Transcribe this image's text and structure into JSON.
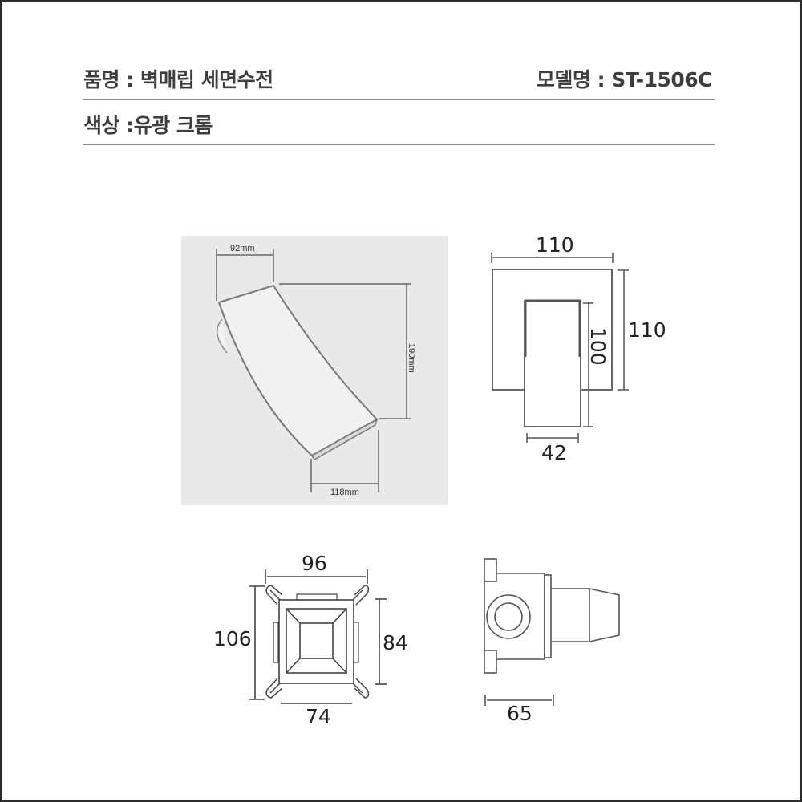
{
  "header": {
    "product_label": "품명 : 벽매립 세면수전",
    "model_label": "모델명 : ST-1506C",
    "color_label": "색상 :유광 크롬"
  },
  "diagrams": {
    "side_view": {
      "top_width": "92mm",
      "height": "190mm",
      "projection": "118mm"
    },
    "front_view": {
      "plate_width": "110",
      "plate_height": "110",
      "spout_height": "100",
      "spout_width": "42"
    },
    "valve_front": {
      "bracket_width": "96",
      "bracket_height": "106",
      "body_height": "84",
      "body_width": "74"
    },
    "valve_side": {
      "depth": "65"
    }
  },
  "colors": {
    "text": "#3e3e3e",
    "rule": "#8e8e8e",
    "panel_bg": "#e9e9ea",
    "line": "#555555"
  }
}
